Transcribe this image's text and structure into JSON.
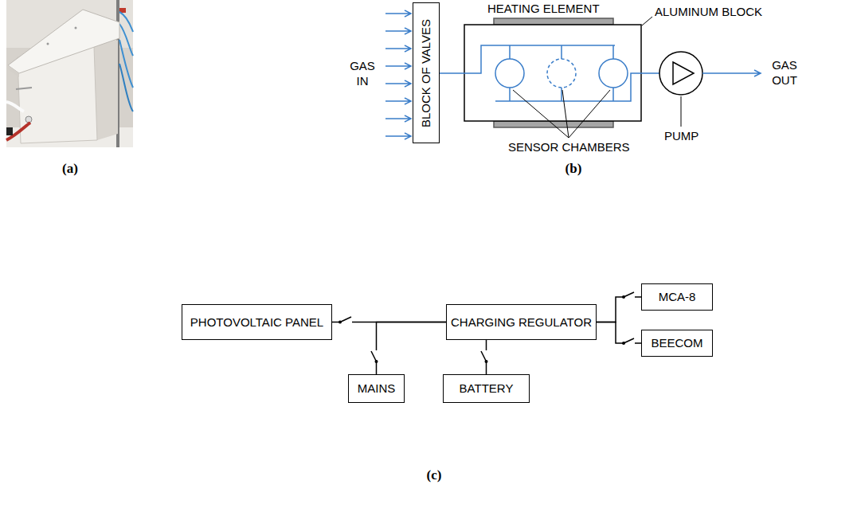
{
  "diagram": {
    "nodes": [
      {
        "text": [
          "BLOCK OF VALVES"
        ]
      },
      {
        "text": [
          "PHOTOVOLTAIC PANEL"
        ]
      },
      {
        "text": [
          "CHARGING REGULATOR"
        ]
      },
      {
        "text": [
          "MCA-8"
        ]
      },
      {
        "text": [
          "BEECOM"
        ]
      },
      {
        "text": [
          "MAINS"
        ]
      },
      {
        "text": [
          "BATTERY"
        ]
      }
    ],
    "edges": [
      {
        "from": 1,
        "to": 2,
        "arrow": "none"
      },
      {
        "from": 5,
        "to": 2,
        "arrow": "none"
      },
      {
        "from": 2,
        "to": 6,
        "arrow": "none"
      },
      {
        "from": 2,
        "to": 3,
        "arrow": "none"
      },
      {
        "from": 2,
        "to": 4,
        "arrow": "none"
      }
    ],
    "labels": [
      "(a)",
      "GAS IN",
      "HEATING ELEMENT",
      "ALUMINUM BLOCK",
      "SENSOR CHAMBERS",
      "PUMP",
      "GAS OUT",
      "(b)",
      "(c)"
    ]
  }
}
